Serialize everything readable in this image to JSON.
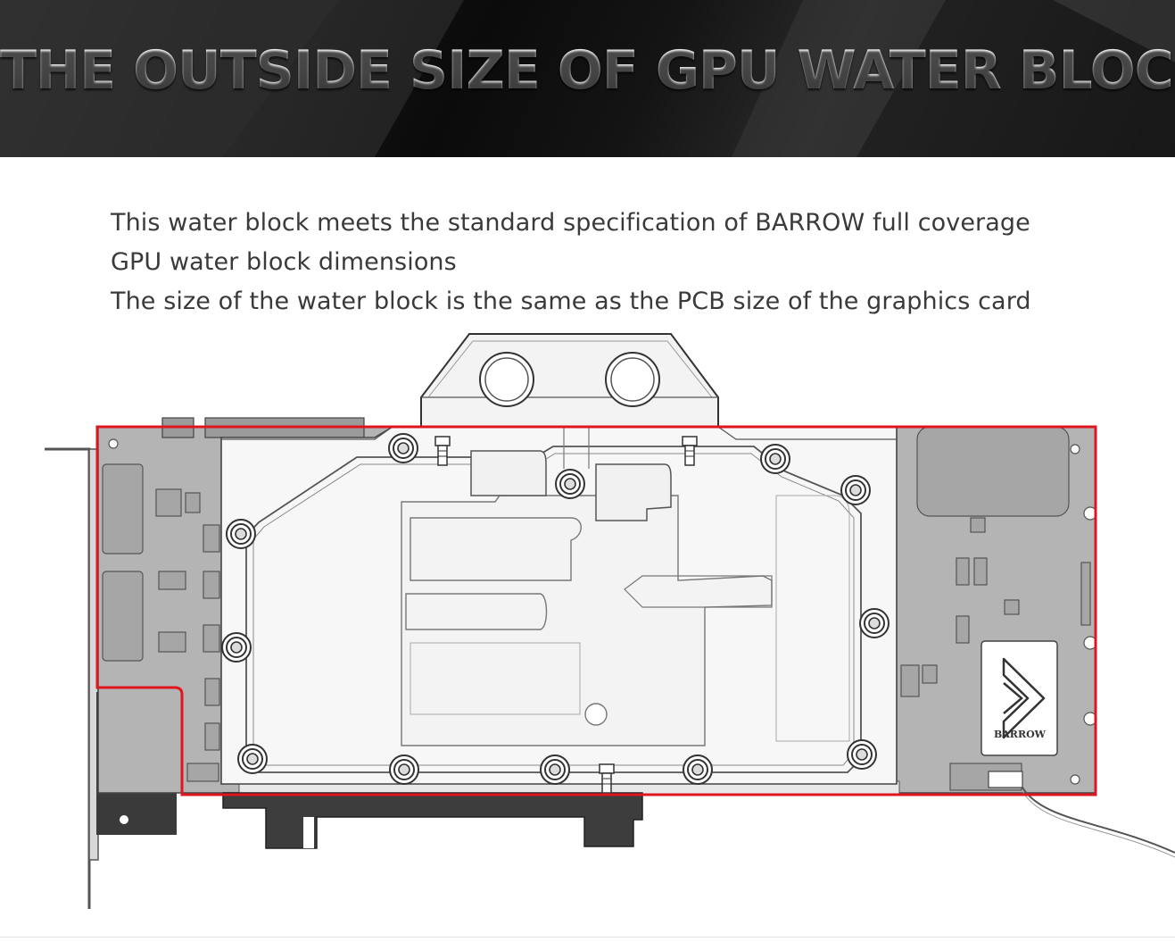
{
  "banner": {
    "title": "THE OUTSIDE SIZE OF GPU WATER BLOCK"
  },
  "description": {
    "line1": "This water block  meets the standard specification of BARROW full coverage",
    "line2": "GPU water block dimensions",
    "line3": "The size of the water block is the same as the PCB size of the graphics card"
  },
  "diagram": {
    "brand_label": "BARROW",
    "outline_color": "#e0161e",
    "pcb_color": "#b4b4b4",
    "block_color": "#f7f7f7"
  }
}
